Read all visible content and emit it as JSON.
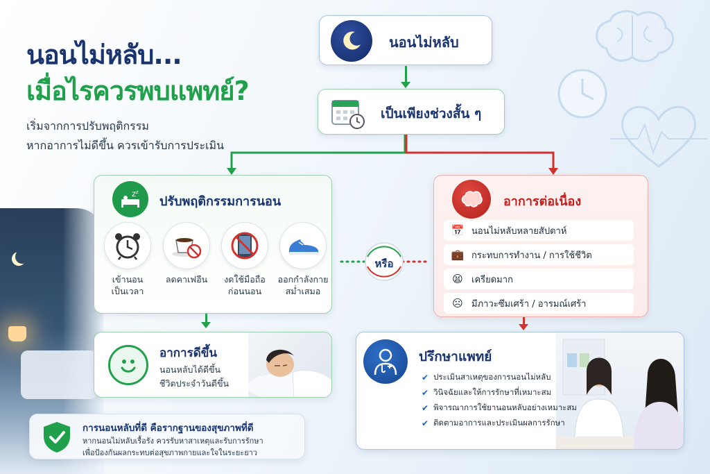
{
  "header": {
    "title_line1": "นอนไม่หลับ...",
    "title_line2": "เมื่อไรควรพบแพทย์?",
    "subtitle_line1": "เริ่มจากการปรับพฤติกรรม",
    "subtitle_line2": "หากอาการไม่ดีขึ้น ควรเข้ารับการประเมิน"
  },
  "flow": {
    "start_label": "นอนไม่หลับ",
    "short_term_label": "เป็นเพียงช่วงสั้น ๆ",
    "or_label": "หรือ"
  },
  "behavior": {
    "title": "ปรับพฤติกรรมการนอน",
    "items": [
      {
        "line1": "เข้านอน",
        "line2": "เป็นเวลา",
        "icon": "alarm-clock-icon"
      },
      {
        "line1": "ลดคาเฟอีน",
        "line2": "",
        "icon": "no-coffee-icon"
      },
      {
        "line1": "งดใช้มือถือ",
        "line2": "ก่อนนอน",
        "icon": "no-phone-icon"
      },
      {
        "line1": "ออกกำลังกาย",
        "line2": "สม่ำเสมอ",
        "icon": "sneaker-icon"
      }
    ]
  },
  "improved": {
    "title": "อาการดีขึ้น",
    "line1": "นอนหลับได้ดีขึ้น",
    "line2": "ชีวิตประจำวันดีขึ้น"
  },
  "persistent": {
    "title": "อาการต่อเนื่อง",
    "items": [
      {
        "label": "นอนไม่หลับหลายสัปดาห์",
        "icon": "calendar-icon"
      },
      {
        "label": "กระทบการทำงาน / การใช้ชีวิต",
        "icon": "briefcase-icon"
      },
      {
        "label": "เครียดมาก",
        "icon": "stressed-person-icon"
      },
      {
        "label": "มีภาวะซึมเศร้า / อารมณ์เศร้า",
        "icon": "sad-face-icon"
      }
    ]
  },
  "doctor": {
    "title": "ปรึกษาแพทย์",
    "items": [
      "ประเมินสาเหตุของการนอนไม่หลับ",
      "วินิจฉัยและให้การรักษาที่เหมาะสม",
      "พิจารณาการใช้ยานอนหลับอย่างเหมาะสม",
      "ติดตามอาการและประเมินผลการรักษา"
    ]
  },
  "footer": {
    "headline": "การนอนหลับที่ดี คือรากฐานของสุขภาพที่ดี",
    "line1": "หากนอนไม่หลับเรื้อรัง ควรรับหาสาเหตุและรับการรักษา",
    "line2": "เพื่อป้องกันผลกระทบต่อสุขภาพกายและใจในระยะยาว"
  },
  "colors": {
    "navy": "#1a3470",
    "green": "#21a04b",
    "red": "#d0322e",
    "blue": "#1c5fb2"
  }
}
